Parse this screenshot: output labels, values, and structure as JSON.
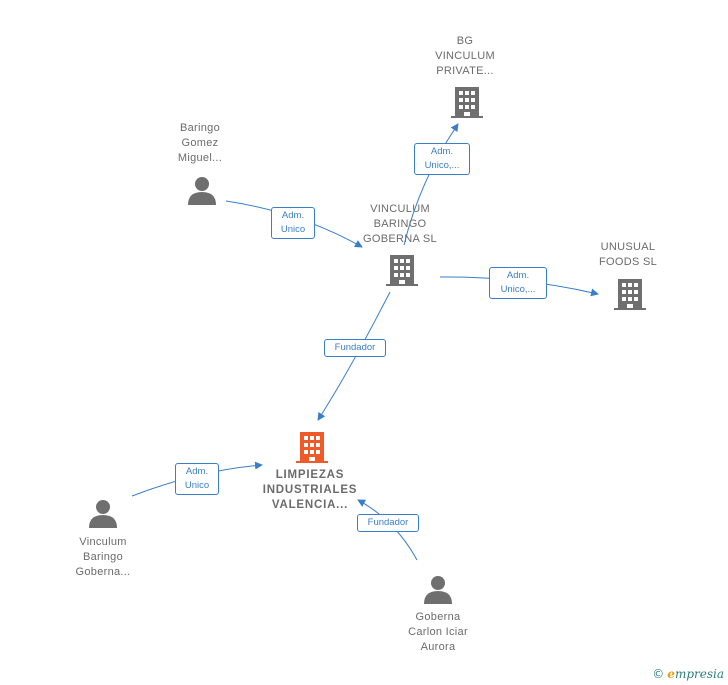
{
  "nodes": {
    "bg_vinculum": {
      "label": "BG\nVINCULUM\nPRIVATE..."
    },
    "baringo_gomez": {
      "label": "Baringo\nGomez\nMiguel..."
    },
    "vinculum_baringo_sl": {
      "label": "VINCULUM\nBARINGO\nGOBERNA  SL"
    },
    "unusual_foods": {
      "label": "UNUSUAL\nFOODS  SL"
    },
    "limpiezas": {
      "label": "LIMPIEZAS\nINDUSTRIALES\nVALENCIA..."
    },
    "vinculum_person": {
      "label": "Vinculum\nBaringo\nGoberna..."
    },
    "goberna_carlon": {
      "label": "Goberna\nCarlon Iciar\nAurora"
    }
  },
  "edges": {
    "e1": {
      "label": "Adm.\nUnico,..."
    },
    "e2": {
      "label": "Adm.\nUnico"
    },
    "e3": {
      "label": "Adm.\nUnico,..."
    },
    "e4": {
      "label": "Fundador"
    },
    "e5": {
      "label": "Adm.\nUnico"
    },
    "e6": {
      "label": "Fundador"
    }
  },
  "colors": {
    "edge": "#3a7ec9",
    "company_icon": "#6f6f6f",
    "focus_icon": "#f05a28",
    "person_icon": "#6f6f6f"
  },
  "brand": {
    "copyright": "©",
    "name_initial": "e",
    "name_rest": "mpresia"
  }
}
